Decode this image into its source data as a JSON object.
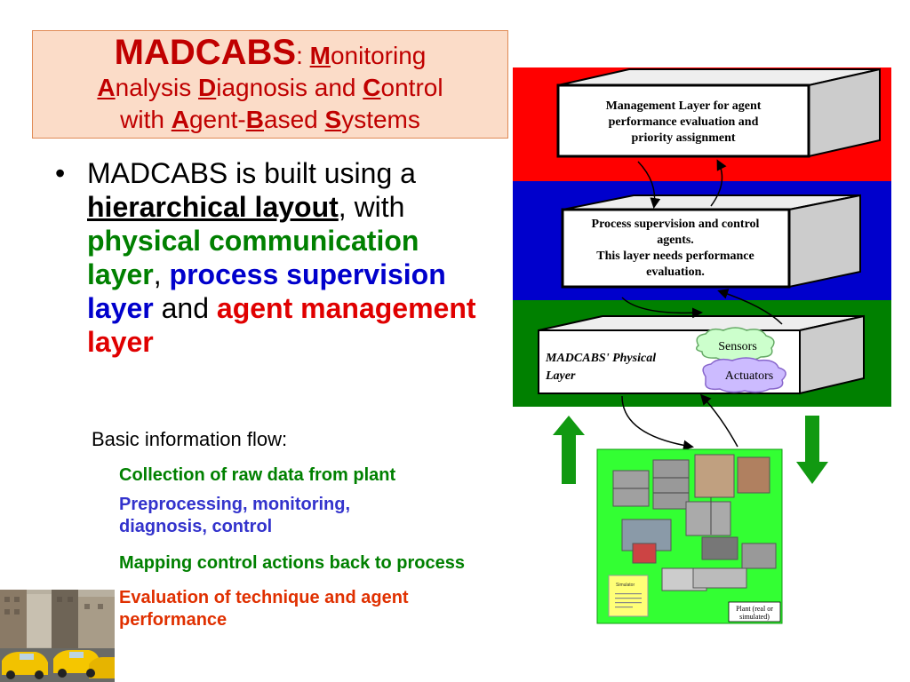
{
  "title": {
    "line1": {
      "acronym": "MADCABS",
      "colon": ": ",
      "m": "M",
      "rest": "onitoring"
    },
    "line2": {
      "a": "A",
      "a_rest": "nalysis ",
      "d": "D",
      "d_rest": "iagnosis and ",
      "c": "C",
      "c_rest": "ontrol"
    },
    "line3": {
      "with": "with ",
      "a": "A",
      "a_rest": "gent-",
      "b": "B",
      "b_rest": "ased ",
      "s": "S",
      "s_rest": "ystems"
    }
  },
  "bullet": {
    "symbol": "•",
    "p1": "MADCABS is built using a ",
    "hierarchical": "hierarchical layout",
    "p2": ", with ",
    "physical": "physical communication layer",
    "p3": ", ",
    "process": "process supervision layer",
    "p4": " and ",
    "agent": "agent management layer"
  },
  "subheading": "Basic information flow:",
  "flow_items": [
    {
      "text": "Collection of raw data from plant",
      "color": "#008000"
    },
    {
      "text": "Preprocessing, monitoring, diagnosis, control",
      "color": "#3333cc"
    },
    {
      "text": "Mapping control actions back to process",
      "color": "#008000"
    },
    {
      "text": "Evaluation of technique and agent performance",
      "color": "#e03000"
    }
  ],
  "diagram": {
    "layer_colors": {
      "management": "#ff0000",
      "process": "#0000cc",
      "physical": "#008000"
    },
    "management_box": [
      "Management Layer for agent",
      "performance evaluation and",
      "priority assignment"
    ],
    "process_box": [
      "Process supervision and control",
      "agents.",
      "This layer needs performance",
      "evaluation."
    ],
    "physical_box": [
      "MADCABS' Physical",
      "Layer"
    ],
    "sensors": "Sensors",
    "actuators": "Actuators",
    "plant_label": [
      "Plant (real or",
      "simulated)"
    ],
    "simulator_title": "Simulator",
    "arrow_up_icon": "up-arrow-icon",
    "arrow_down_icon": "down-arrow-icon"
  }
}
